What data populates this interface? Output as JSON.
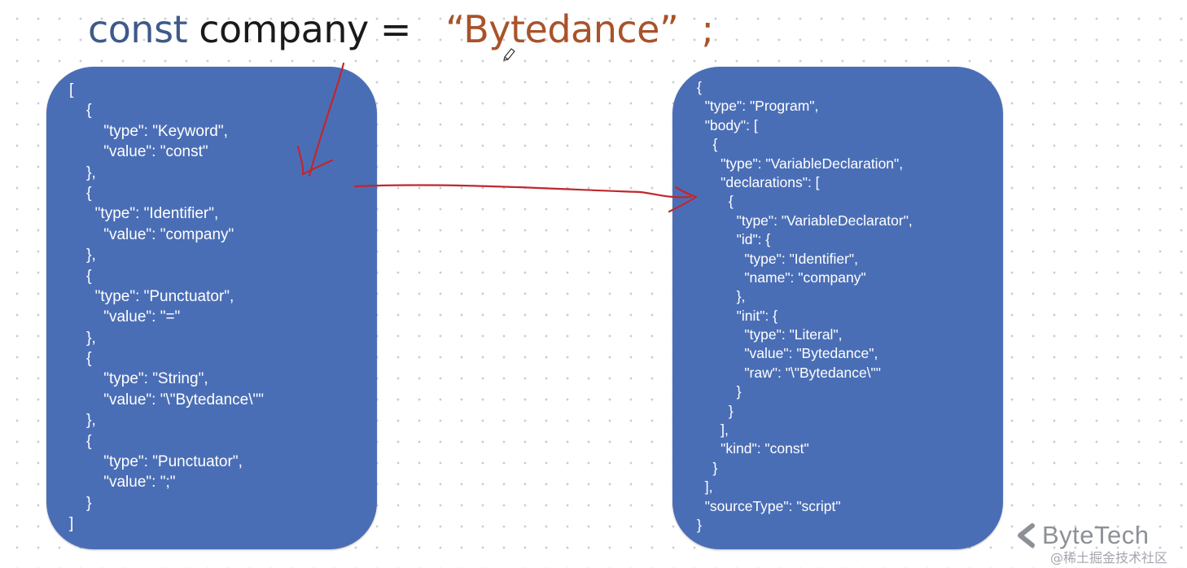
{
  "heading": {
    "keyword": "const",
    "identifier": "company",
    "operator": "=",
    "string": "“Bytedance”",
    "semicolon": ";"
  },
  "tokens_panel": {
    "lines": [
      "[",
      "    {",
      "        \"type\": \"Keyword\",",
      "        \"value\": \"const\"",
      "    },",
      "    {",
      "      \"type\": \"Identifier\",",
      "        \"value\": \"company\"",
      "    },",
      "    {",
      "      \"type\": \"Punctuator\",",
      "        \"value\": \"=\"",
      "    },",
      "    {",
      "        \"type\": \"String\",",
      "        \"value\": \"\\\"Bytedance\\\"\"",
      "    },",
      "    {",
      "        \"type\": \"Punctuator\",",
      "        \"value\": \";\"",
      "    }",
      "]"
    ]
  },
  "ast_panel": {
    "lines": [
      "{",
      "  \"type\": \"Program\",",
      "  \"body\": [",
      "    {",
      "      \"type\": \"VariableDeclaration\",",
      "      \"declarations\": [",
      "        {",
      "          \"type\": \"VariableDeclarator\",",
      "          \"id\": {",
      "            \"type\": \"Identifier\",",
      "            \"name\": \"company\"",
      "          },",
      "          \"init\": {",
      "            \"type\": \"Literal\",",
      "            \"value\": \"Bytedance\",",
      "            \"raw\": \"\\\"Bytedance\\\"\"",
      "          }",
      "        }",
      "      ],",
      "      \"kind\": \"const\"",
      "    }",
      "  ],",
      "  \"sourceType\": \"script\"",
      "}"
    ]
  },
  "annotations": {
    "color": "#c0272d"
  },
  "colors": {
    "panel": "#4a6eb6",
    "keyword": "#3d5a8a",
    "string": "#a8532a"
  },
  "branding": {
    "logo_text": "ByteTech",
    "watermark": "@稀土掘金技术社区"
  }
}
